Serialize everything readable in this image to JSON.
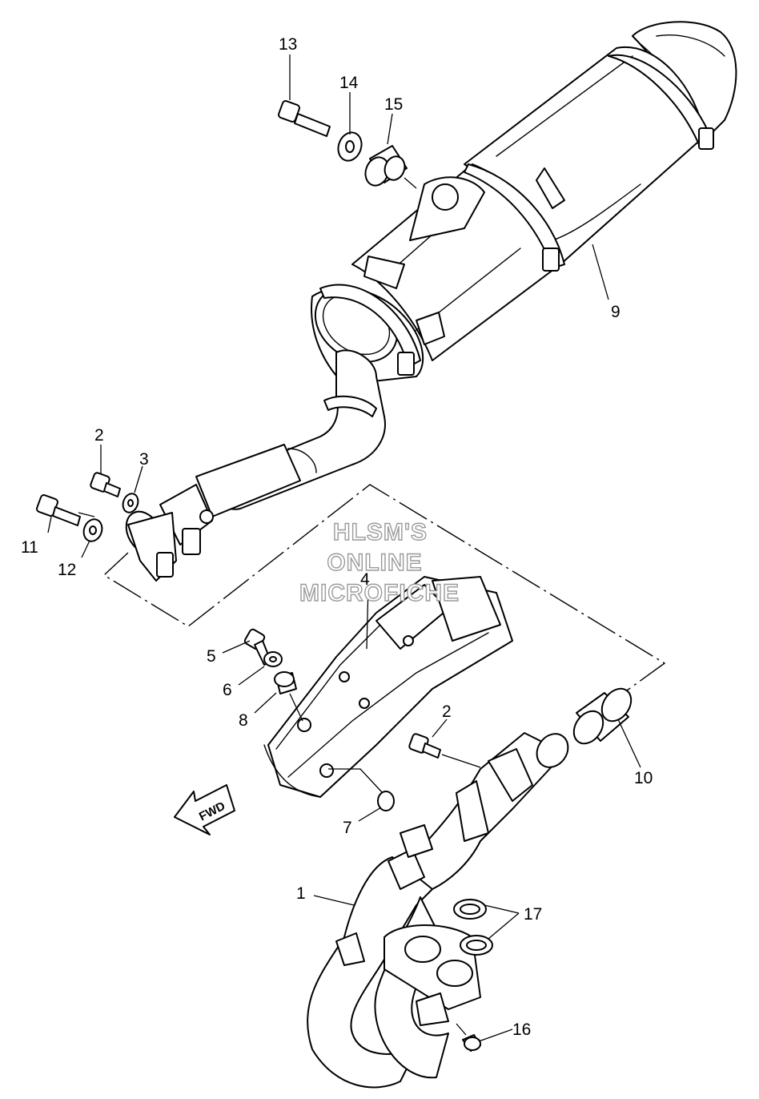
{
  "watermark": {
    "line1": "HLSM'S",
    "line2": "ONLINE",
    "line3": "MICROFICHE"
  },
  "fwd_label": "FWD",
  "callouts": [
    {
      "id": "c13",
      "text": "13"
    },
    {
      "id": "c14",
      "text": "14"
    },
    {
      "id": "c15",
      "text": "15"
    },
    {
      "id": "c9",
      "text": "9"
    },
    {
      "id": "c2a",
      "text": "2"
    },
    {
      "id": "c3",
      "text": "3"
    },
    {
      "id": "c11",
      "text": "11"
    },
    {
      "id": "c12",
      "text": "12"
    },
    {
      "id": "c4",
      "text": "4"
    },
    {
      "id": "c5",
      "text": "5"
    },
    {
      "id": "c6",
      "text": "6"
    },
    {
      "id": "c8",
      "text": "8"
    },
    {
      "id": "c2b",
      "text": "2"
    },
    {
      "id": "c10",
      "text": "10"
    },
    {
      "id": "c7",
      "text": "7"
    },
    {
      "id": "c1",
      "text": "1"
    },
    {
      "id": "c17",
      "text": "17"
    },
    {
      "id": "c16",
      "text": "16"
    }
  ]
}
